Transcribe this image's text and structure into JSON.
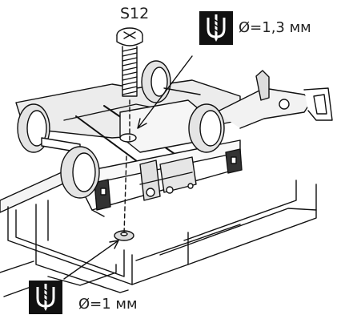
{
  "labels": {
    "screw": "S12",
    "drill_top": "Ø=1,3 мм",
    "drill_bottom": "Ø=1 мм"
  },
  "icons": {
    "drill_top": "drill-bit-icon",
    "drill_bottom": "drill-bit-icon"
  },
  "colors": {
    "ink": "#111111",
    "paper": "#ffffff",
    "shade": "#e8e8e8"
  }
}
